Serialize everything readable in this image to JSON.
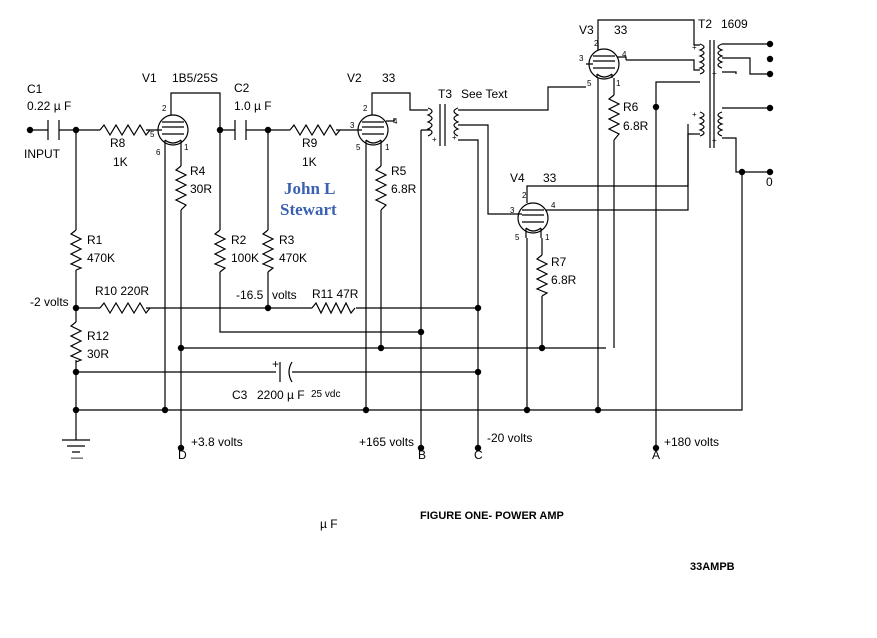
{
  "components": {
    "c1": {
      "ref": "C1",
      "value": "0.22 µ F"
    },
    "c2": {
      "ref": "C2",
      "value": "1.0 µ F"
    },
    "c3": {
      "ref": "C3",
      "value": "2200 µ F",
      "rating": "25 vdc"
    },
    "r1": {
      "ref": "R1",
      "value": "470K"
    },
    "r2": {
      "ref": "R2",
      "value": "100K"
    },
    "r3": {
      "ref": "R3",
      "value": "470K"
    },
    "r4": {
      "ref": "R4",
      "value": "30R"
    },
    "r5": {
      "ref": "R5",
      "value": "6.8R"
    },
    "r6": {
      "ref": "R6",
      "value": "6.8R"
    },
    "r7": {
      "ref": "R7",
      "value": "6.8R"
    },
    "r8": {
      "ref": "R8",
      "value": "1K"
    },
    "r9": {
      "ref": "R9",
      "value": "1K"
    },
    "r10": {
      "ref": "R10 220R"
    },
    "r11": {
      "ref": "R11 47R"
    },
    "r12": {
      "ref": "R12",
      "value": "30R"
    },
    "v1": {
      "ref": "V1",
      "type": "1B5/25S"
    },
    "v2": {
      "ref": "V2",
      "type": "33"
    },
    "v3": {
      "ref": "V3",
      "type": "33"
    },
    "v4": {
      "ref": "V4",
      "type": "33"
    },
    "t2": {
      "ref": "T2",
      "type": "1609"
    },
    "t3": {
      "ref": "T3",
      "type": "See Text"
    }
  },
  "tube_pins": {
    "p1": "1",
    "p2": "2",
    "p3": "3",
    "p4": "4",
    "p5": "5",
    "p6": "6"
  },
  "labels": {
    "input": "INPUT",
    "bias_neg2": "-2 volts",
    "bias_neg16": "-16.5",
    "bias_neg16_unit": "volts",
    "output_zero": "0",
    "supply_d": "+3.8 volts",
    "supply_b": "+165 volts",
    "supply_c": "-20 volts",
    "supply_a": "+180 volts",
    "node_d": "D",
    "node_b": "B",
    "node_c": "C",
    "node_a": "A",
    "plus": "+",
    "ground_mark": "—"
  },
  "signature": {
    "line1": "John L",
    "line2": "Stewart"
  },
  "figure_title": "FIGURE ONE- POWER AMP",
  "stray_unit": "µ F",
  "doc_code": "33AMPB"
}
